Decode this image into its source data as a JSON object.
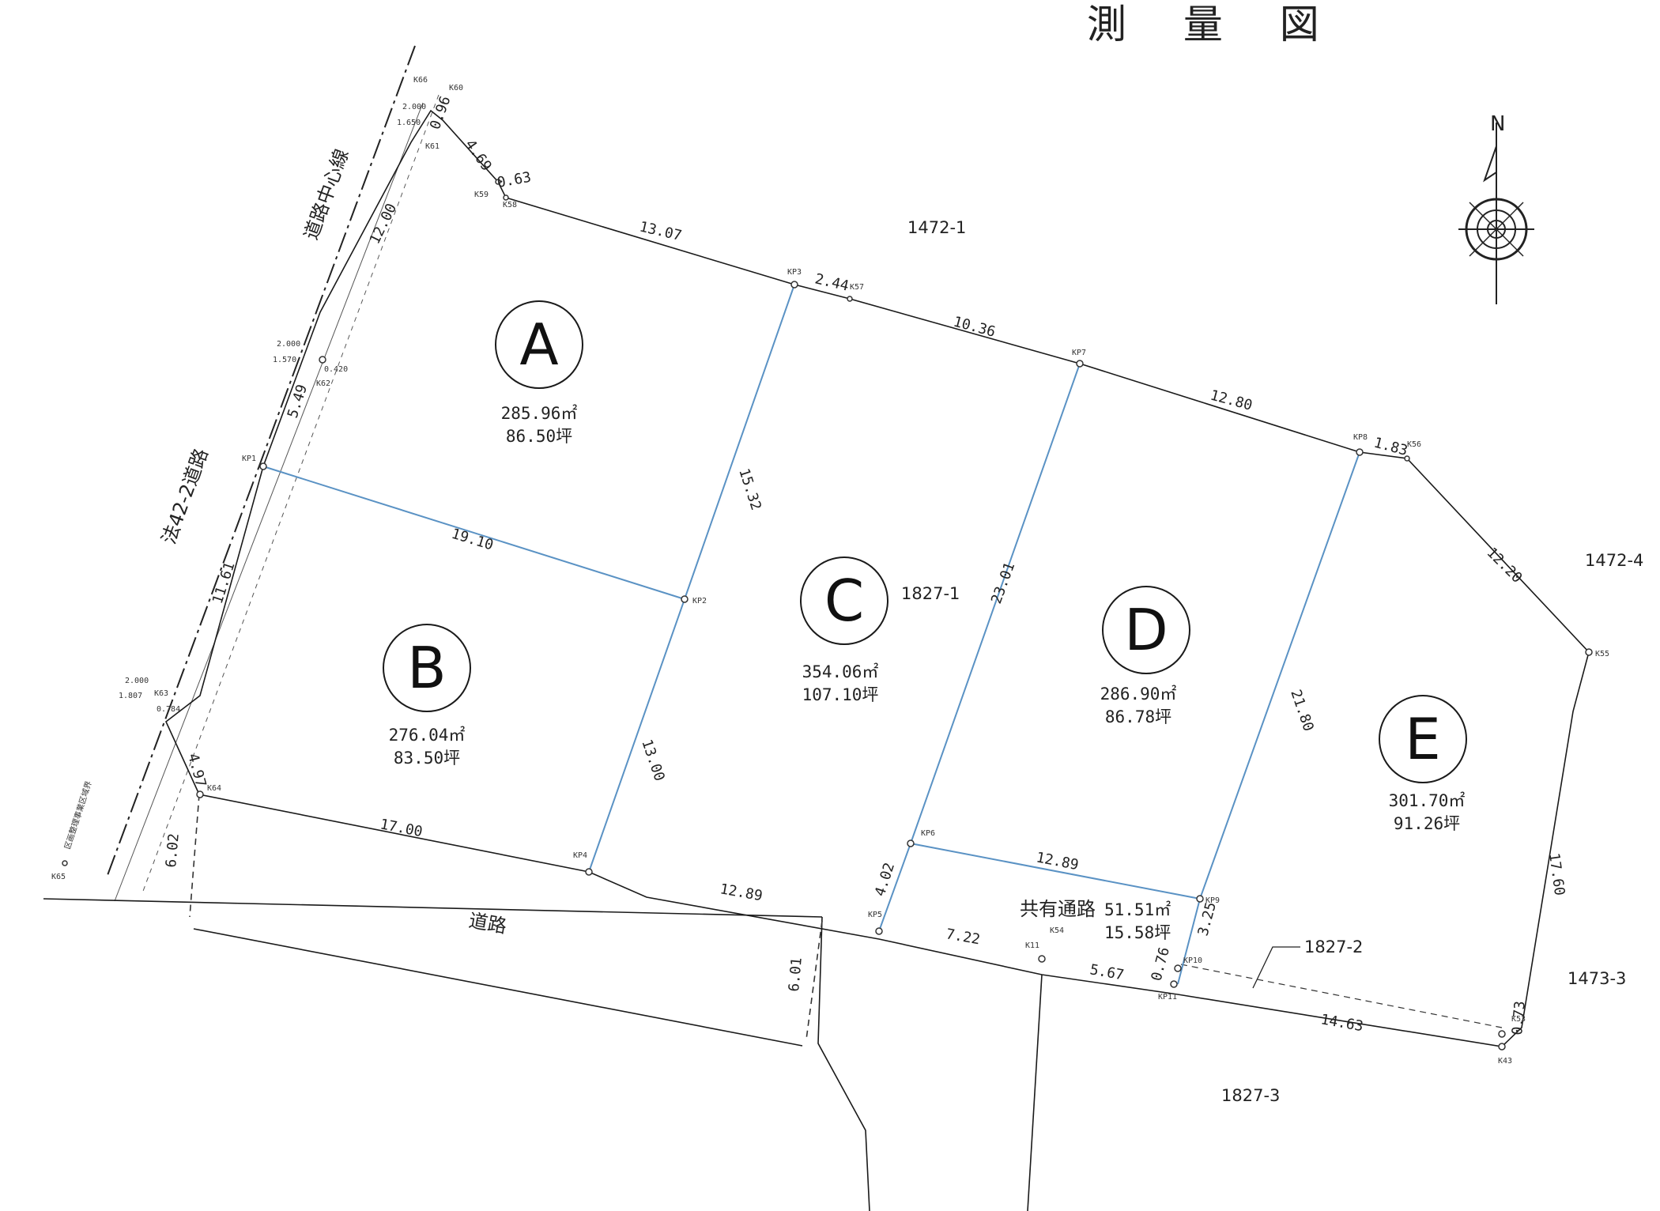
{
  "title": "測 量 図",
  "north_label": "N",
  "roads": {
    "road_label": "道路",
    "centerline_label": "道路中心線",
    "article_road_label": "法42-2道路",
    "district_boundary_label": "区画整理事業区域界",
    "shared_road_label": "共有通路",
    "shared_road_area": "51.51㎡",
    "shared_road_tsubo": "15.58坪"
  },
  "lots": [
    {
      "id": "A",
      "area_m2": "285.96㎡",
      "area_tsubo": "86.50坪"
    },
    {
      "id": "B",
      "area_m2": "276.04㎡",
      "area_tsubo": "83.50坪"
    },
    {
      "id": "C",
      "area_m2": "354.06㎡",
      "area_tsubo": "107.10坪"
    },
    {
      "id": "D",
      "area_m2": "286.90㎡",
      "area_tsubo": "86.78坪"
    },
    {
      "id": "E",
      "area_m2": "301.70㎡",
      "area_tsubo": "91.26坪"
    }
  ],
  "parcels": [
    "1472-1",
    "1827-1",
    "1472-4",
    "1473-3",
    "1827-2",
    "1827-3"
  ],
  "dimensions": [
    "13.07",
    "2.44",
    "10.36",
    "12.80",
    "1.83",
    "12.20",
    "17.60",
    "14.63",
    "0.73",
    "5.67",
    "7.22",
    "12.89",
    "17.00",
    "4.97",
    "11.61",
    "5.49",
    "12.00",
    "4.69",
    "0.63",
    "15.32",
    "19.10",
    "13.00",
    "23.01",
    "21.80",
    "12.89",
    "4.02",
    "3.25",
    "0.76",
    "6.02",
    "6.01",
    "0.96",
    "0.420",
    "0.784"
  ],
  "points": [
    "K66",
    "K60",
    "K61",
    "K59",
    "K58",
    "KP3",
    "K57",
    "KP7",
    "KP8",
    "K56",
    "K55",
    "K53",
    "K43",
    "KP11",
    "KP10",
    "KP9",
    "K54",
    "K11",
    "KP5",
    "KP6",
    "KP4",
    "K64",
    "K63",
    "K62",
    "KP1",
    "KP2",
    "K65"
  ],
  "offsets": [
    "2.000",
    "1.650",
    "2.000",
    "1.570",
    "2.000",
    "1.807"
  ]
}
